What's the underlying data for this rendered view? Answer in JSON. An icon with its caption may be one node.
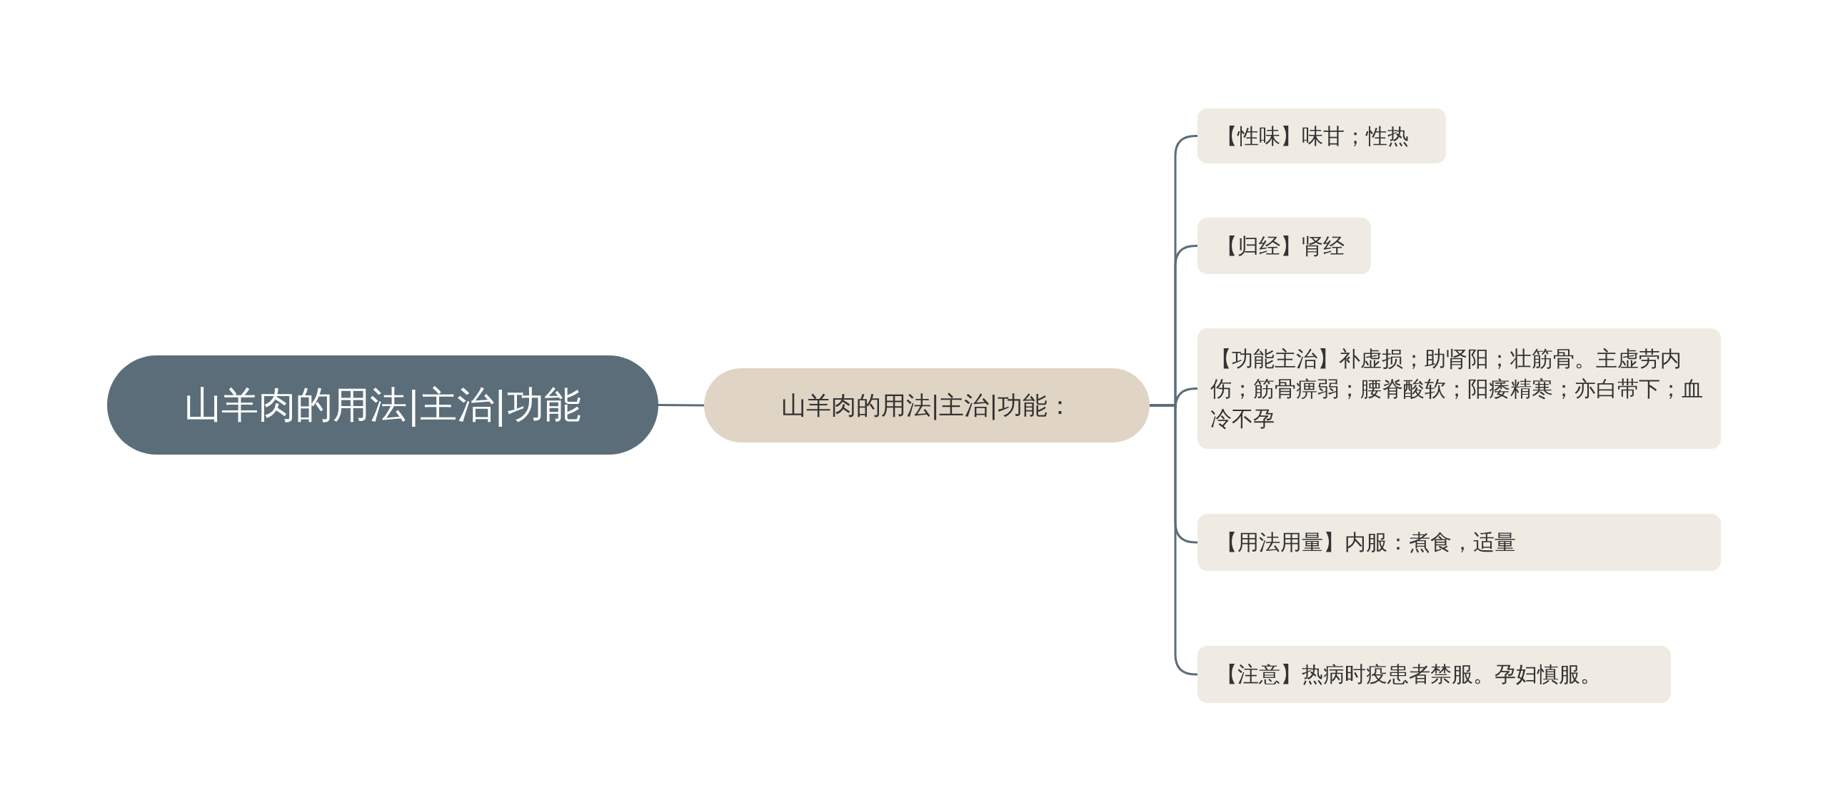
{
  "diagram": {
    "nodes": [
      {
        "text": [
          "山羊肉的用法|主治|功能"
        ]
      },
      {
        "text": [
          "山羊肉的用法|主治|功能："
        ]
      },
      {
        "text": [
          "【性味】味甘；性热"
        ]
      },
      {
        "text": [
          "【归经】肾经"
        ]
      },
      {
        "text": [
          "【功能主治】补虚损；助肾阳；壮筋骨。主虚劳内伤；筋骨痹弱；腰脊酸软；阳痿精寒；亦白带下；血冷不孕"
        ]
      },
      {
        "text": [
          "【用法用量】内服：煮食，适量"
        ]
      },
      {
        "text": [
          "【注意】热病时疫患者禁服。孕妇慎服。"
        ]
      }
    ],
    "edges": [
      {
        "from": 0,
        "to": 1,
        "arrow": "none"
      },
      {
        "from": 1,
        "to": 2,
        "arrow": "none"
      },
      {
        "from": 1,
        "to": 3,
        "arrow": "none"
      },
      {
        "from": 1,
        "to": 4,
        "arrow": "none"
      },
      {
        "from": 1,
        "to": 5,
        "arrow": "none"
      },
      {
        "from": 1,
        "to": 6,
        "arrow": "none"
      }
    ]
  }
}
